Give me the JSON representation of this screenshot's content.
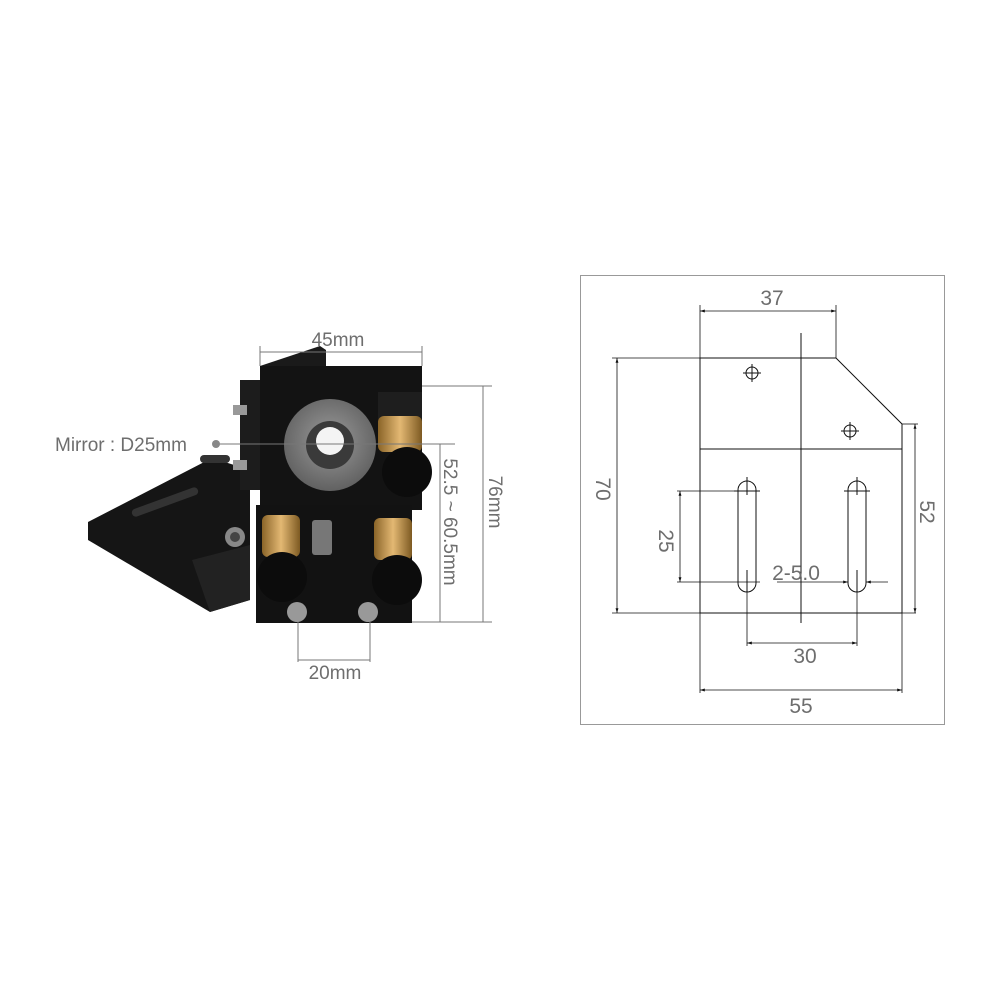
{
  "photo": {
    "labels": {
      "width": "45mm",
      "mirror": "Mirror : D25mm",
      "height_range": "52.5 ~ 60.5mm",
      "height": "76mm",
      "screw_spacing": "20mm"
    }
  },
  "drawing": {
    "dimensions": {
      "top_width": "37",
      "total_height": "70",
      "right_height": "52",
      "slot_length": "25",
      "slot_spec": "2-5.0",
      "slot_spacing": "30",
      "total_width": "55"
    }
  },
  "colors": {
    "dim_text": "#6e6e6e",
    "part": "#111111",
    "brass": "#c9a064"
  }
}
